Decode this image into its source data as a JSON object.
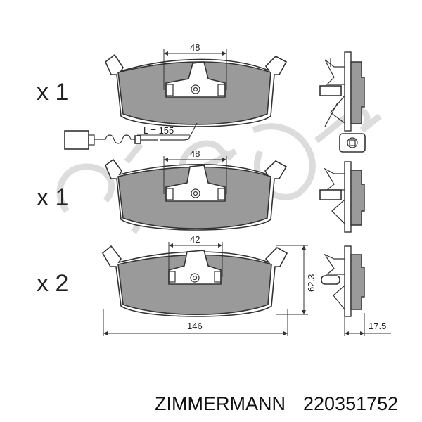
{
  "rows": [
    {
      "quantity": "x 1",
      "width_label": "48"
    },
    {
      "quantity": "x 1",
      "width_label": "48"
    },
    {
      "quantity": "x 2",
      "width_label": "42"
    }
  ],
  "sensor": {
    "length_label": "L = 155"
  },
  "dimensions": {
    "overall_width": "146",
    "height": "62.3",
    "thickness": "17.5"
  },
  "footer": {
    "brand": "ZIMMERMANN",
    "part_number": "220351752"
  },
  "watermark": {
    "text": "cifam"
  },
  "colors": {
    "friction": "#9a9a9a",
    "outline": "#333333"
  }
}
